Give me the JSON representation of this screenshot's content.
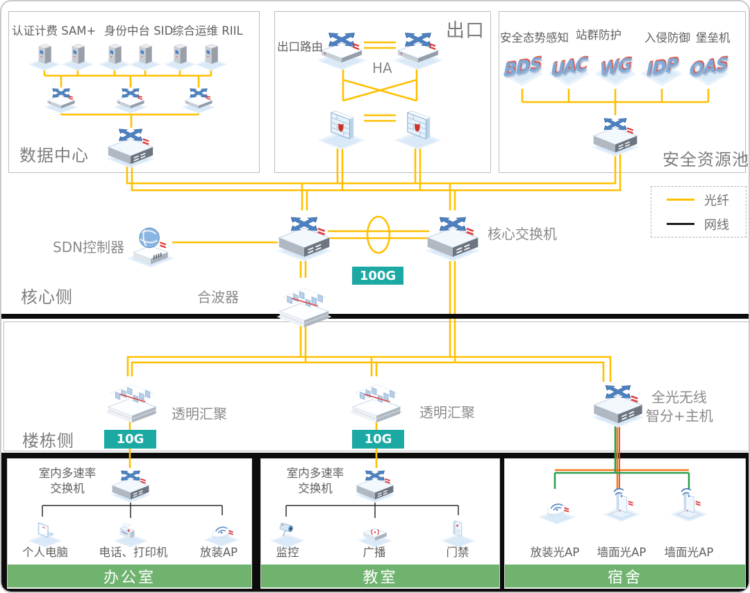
{
  "data_center": {
    "title": "数据中心",
    "group_labels": [
      "认证计费 SAM+",
      "身份中台 SID",
      "综合运维 RIIL"
    ]
  },
  "egress": {
    "title": "出口",
    "router_label": "出口路由",
    "ha": "HA"
  },
  "security_pool": {
    "title": "安全资源池",
    "labels": [
      "安全态势感知",
      "站群防护",
      "入侵防御",
      "堡垒机"
    ],
    "icon_texts": [
      "BDS",
      "UAC",
      "WG",
      "IDP",
      "OAS"
    ]
  },
  "core": {
    "side_label": "核心侧",
    "sdn": "SDN控制器",
    "core_switch": "核心交换机",
    "combiner": "合波器",
    "link_speed": "100G"
  },
  "legend": {
    "fiber": "光纤",
    "cable": "网线"
  },
  "building": {
    "side_label": "楼栋侧",
    "agg1": "透明汇聚",
    "agg2": "透明汇聚",
    "optical_line1": "全光无线",
    "optical_line2": "智分+主机",
    "uplink1": "10G",
    "uplink2": "10G"
  },
  "office": {
    "banner": "办公室",
    "switch_line1": "室内多速率",
    "switch_line2": "交换机",
    "devices": [
      "个人电脑",
      "电话、打印机",
      "放装AP"
    ]
  },
  "classroom": {
    "banner": "教室",
    "switch_line1": "室内多速率",
    "switch_line2": "交换机",
    "devices": [
      "监控",
      "广播",
      "门禁"
    ]
  },
  "dormitory": {
    "banner": "宿舍",
    "devices": [
      "放装光AP",
      "墙面光AP",
      "墙面光AP"
    ]
  },
  "colors": {
    "fiber": "#FFC000",
    "cable": "#1A1A1A",
    "badge": "#1CA9A4",
    "banner": "#6FB36F"
  }
}
